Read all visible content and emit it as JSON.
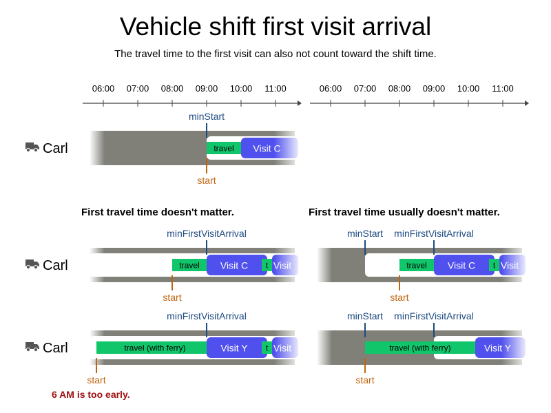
{
  "title": "Vehicle shift first visit arrival",
  "subtitle": "The travel time to the first visit can also not count toward the shift time.",
  "colors": {
    "shift": "#808078",
    "free": "#ffffff",
    "travel": "#11c56a",
    "visit": "#5050ee",
    "min_marker": "#1d4a80",
    "start_marker": "#c0650f",
    "axis": "#444444",
    "warning": "#a00f0f"
  },
  "timeline": {
    "ticks": [
      "06:00",
      "07:00",
      "08:00",
      "09:00",
      "10:00",
      "11:00"
    ]
  },
  "panels": {
    "left_title": "First travel time doesn't matter.",
    "right_title": "First travel time usually doesn't matter."
  },
  "vehicle_icon": "truck-icon",
  "markers": {
    "min_start": "minStart",
    "min_first_visit_arrival": "minFirstVisitArrival",
    "start": "start"
  },
  "rows": [
    {
      "vehicle": "Carl",
      "lanes": [
        {
          "shift_start": "06:00",
          "free_start": "09:00",
          "min_start": "09:00",
          "start": "09:00",
          "items": [
            {
              "kind": "travel",
              "label": "travel",
              "from": "09:00",
              "to": "10:00"
            },
            {
              "kind": "visit",
              "label": "Visit C",
              "from": "10:00",
              "to": "11:30"
            }
          ]
        }
      ]
    },
    {
      "vehicle": "Carl",
      "lanes": [
        {
          "shift_start": "06:00",
          "free_start": "06:00",
          "min_first_visit_arrival": "09:00",
          "start": "08:00",
          "items": [
            {
              "kind": "travel",
              "label": "travel",
              "from": "08:00",
              "to": "09:00"
            },
            {
              "kind": "visit",
              "label": "Visit C",
              "from": "09:00",
              "to": "10:36"
            },
            {
              "kind": "travel",
              "label": "t",
              "from": "10:36",
              "to": "10:54"
            },
            {
              "kind": "visit",
              "label": "Visit",
              "from": "10:54",
              "to": "11:30"
            }
          ]
        },
        {
          "shift_start": "06:00",
          "free_start": "07:00",
          "min_start": "07:00",
          "min_first_visit_arrival": "09:00",
          "start": "08:00",
          "items": [
            {
              "kind": "travel",
              "label": "travel",
              "from": "08:00",
              "to": "09:00"
            },
            {
              "kind": "visit",
              "label": "Visit C",
              "from": "09:00",
              "to": "10:36"
            },
            {
              "kind": "travel",
              "label": "t",
              "from": "10:36",
              "to": "10:54"
            },
            {
              "kind": "visit",
              "label": "Visit",
              "from": "10:54",
              "to": "11:30"
            }
          ]
        }
      ]
    },
    {
      "vehicle": "Carl",
      "lanes": [
        {
          "shift_start": "06:00",
          "free_start": "06:00",
          "min_first_visit_arrival": "09:00",
          "start": "06:00",
          "items": [
            {
              "kind": "travel",
              "label": "travel (with ferry)",
              "from": "06:00",
              "to": "09:00"
            },
            {
              "kind": "visit",
              "label": "Visit Y",
              "from": "09:00",
              "to": "10:36"
            },
            {
              "kind": "travel",
              "label": "t",
              "from": "10:36",
              "to": "10:54"
            },
            {
              "kind": "visit",
              "label": "Visit",
              "from": "10:54",
              "to": "11:30"
            }
          ]
        },
        {
          "shift_start": "06:00",
          "free_start": "09:00",
          "min_start": "07:00",
          "min_first_visit_arrival": "09:00",
          "start": "07:00",
          "items": [
            {
              "kind": "travel",
              "label": "travel (with ferry)",
              "from": "07:00",
              "to": "10:12"
            },
            {
              "kind": "visit",
              "label": "Visit Y",
              "from": "10:12",
              "to": "11:30"
            }
          ]
        }
      ]
    }
  ],
  "warning": "6 AM is too early."
}
